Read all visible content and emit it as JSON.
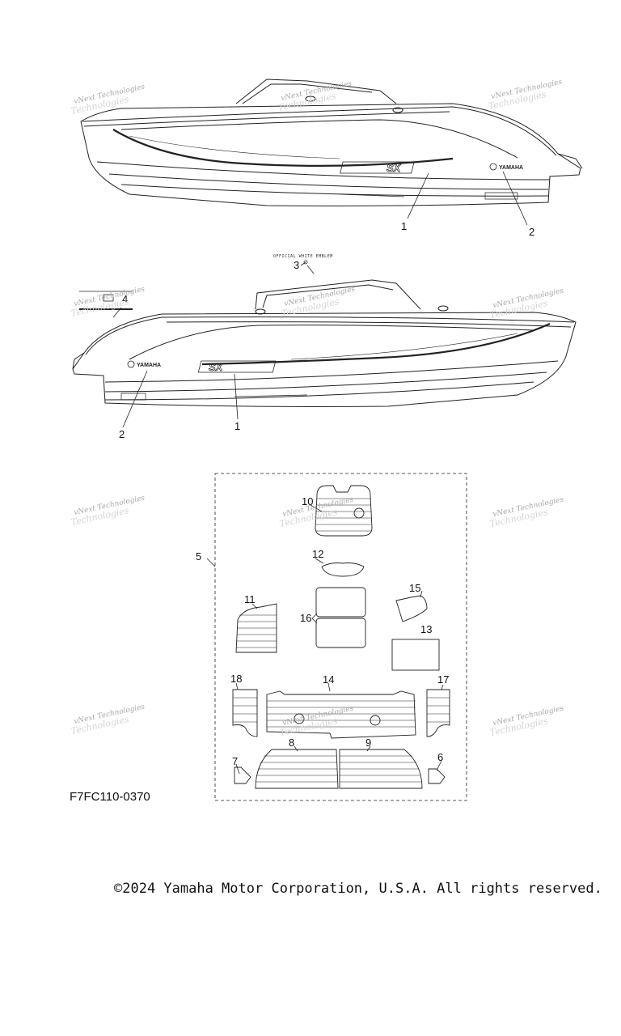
{
  "diagram": {
    "part_code": "F7FC110-0370",
    "copyright": "©2024 Yamaha Motor Corporation, U.S.A. All rights reserved.",
    "watermark_text": "vNext Technologies",
    "watermark_text_2": "Technologies",
    "emblem_caption": "OFFICIAL WHITE EMBLEM",
    "brand_text": "YAMAHA",
    "model_text": "SX",
    "callouts": {
      "c1a": "1",
      "c2a": "2",
      "c3": "3",
      "c4": "4",
      "c2b": "2",
      "c1b": "1",
      "c5": "5",
      "c10": "10",
      "c12": "12",
      "c11": "11",
      "c15": "15",
      "c16": "16",
      "c13": "13",
      "c18": "18",
      "c14": "14",
      "c17": "17",
      "c8": "8",
      "c9": "9",
      "c7": "7",
      "c6": "6"
    },
    "colors": {
      "line": "#222222",
      "watermark": "#a8a8a8",
      "background": "#ffffff"
    }
  }
}
